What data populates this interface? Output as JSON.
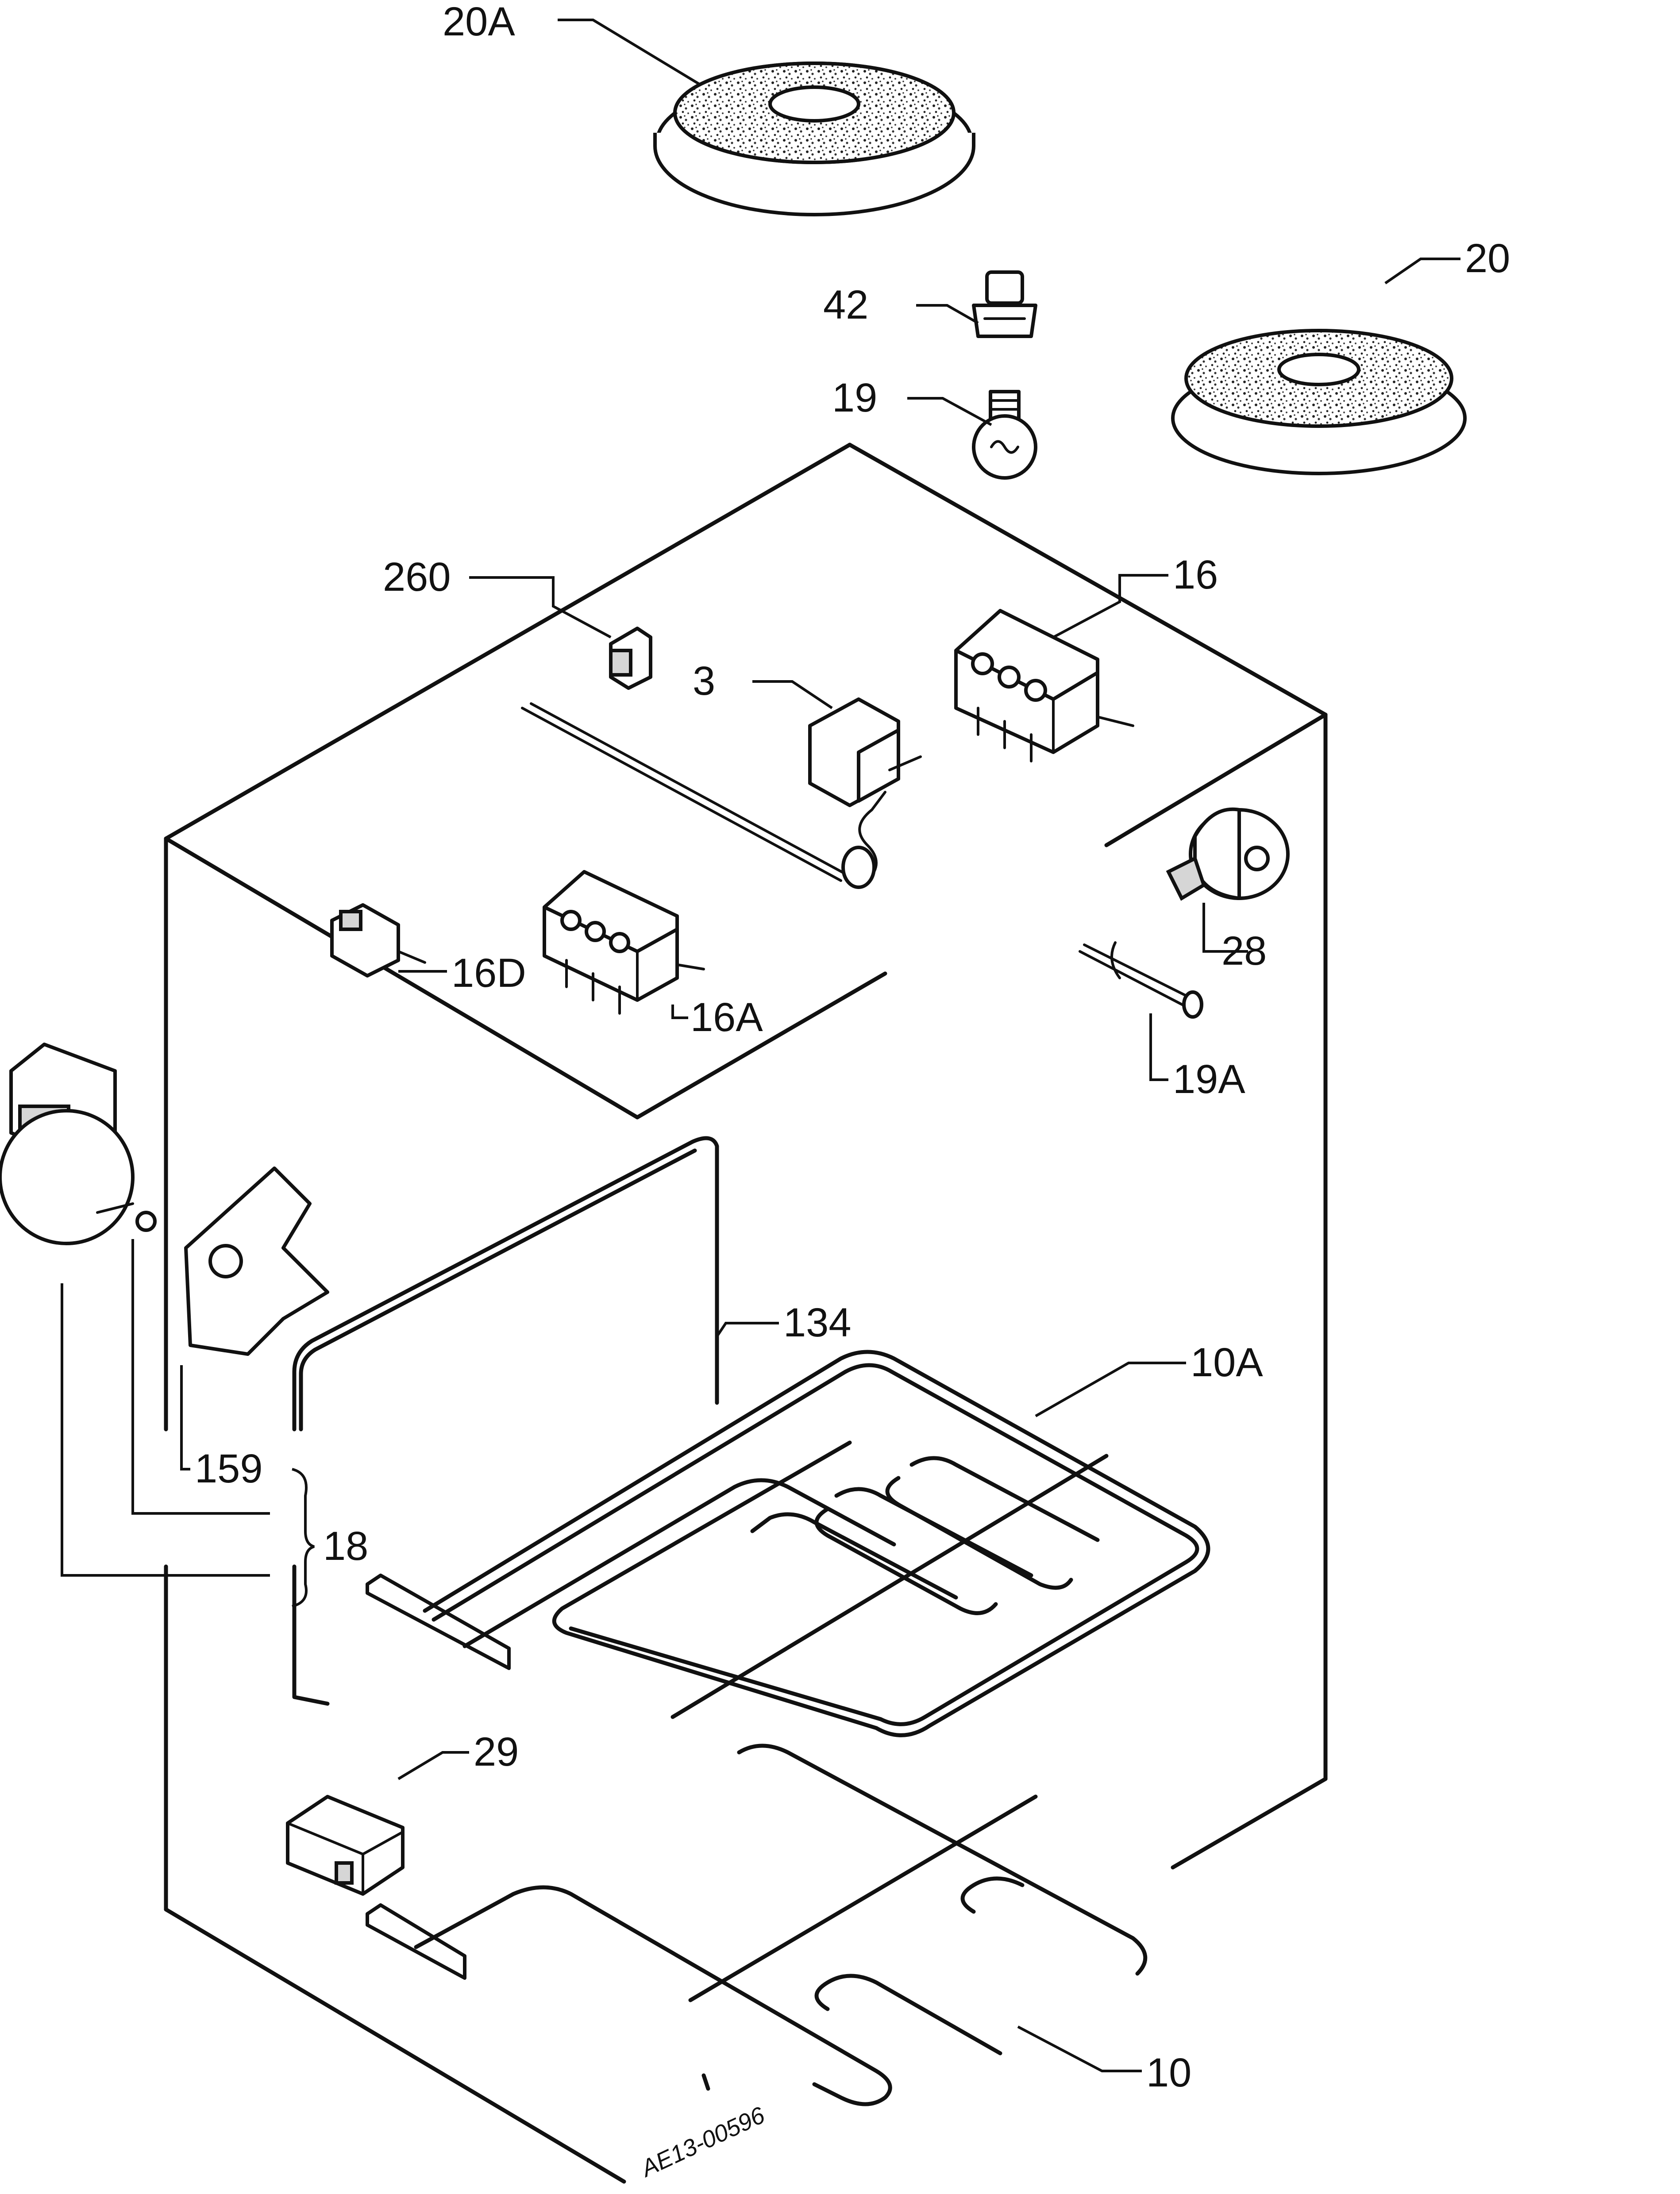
{
  "labels": {
    "l20A": "20A",
    "l20": "20",
    "l42": "42",
    "l19": "19",
    "l260": "260",
    "l16": "16",
    "l3": "3",
    "l28": "28",
    "l16D": "16D",
    "l16A": "16A",
    "l19A": "19A",
    "l134": "134",
    "l10A": "10A",
    "l159": "159",
    "l18": "18",
    "l29": "29",
    "l10": "10"
  },
  "drawing_code": "AE13-00596"
}
